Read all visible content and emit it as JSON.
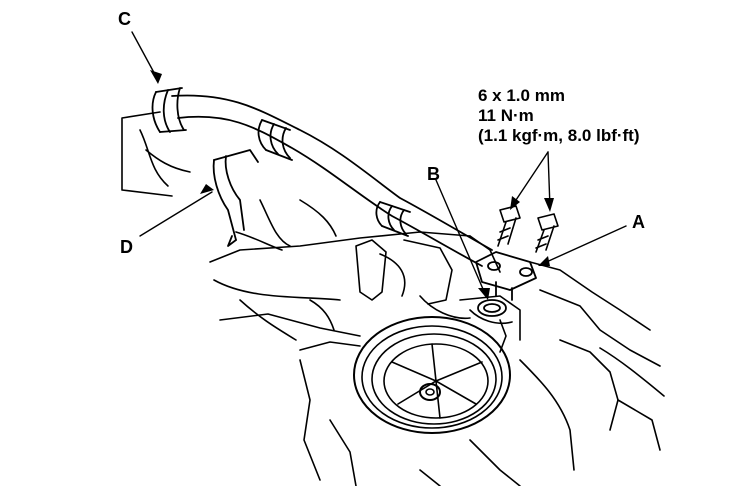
{
  "callouts": {
    "a": "A",
    "b": "B",
    "c": "C",
    "d": "D"
  },
  "torque_spec": {
    "bolt_size": "6 x 1.0 mm",
    "torque_nm": "11 N·m",
    "torque_alt": "(1.1 kgf·m, 8.0 lbf·ft)"
  },
  "colors": {
    "ink": "#000000",
    "paper": "#ffffff"
  }
}
